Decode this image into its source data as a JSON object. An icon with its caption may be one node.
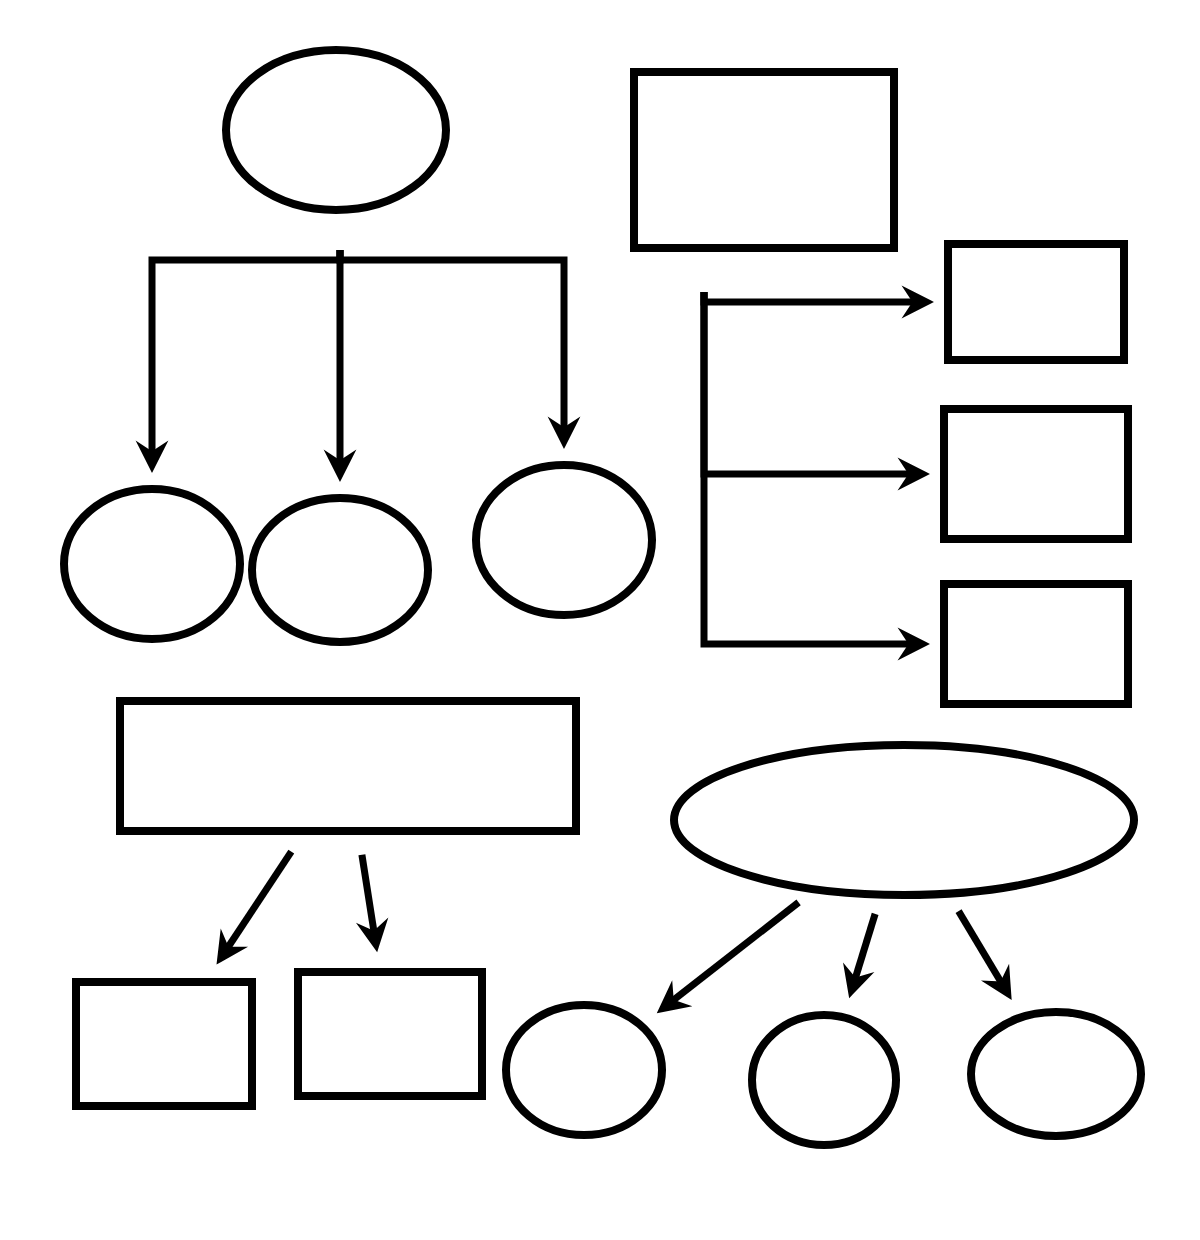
{
  "diagram": {
    "nodes": [
      {
        "text": [],
        "shape": "ellipse"
      },
      {
        "text": [],
        "shape": "circle"
      },
      {
        "text": [],
        "shape": "circle"
      },
      {
        "text": [],
        "shape": "circle"
      },
      {
        "text": [],
        "shape": "box"
      },
      {
        "text": [],
        "shape": "box"
      },
      {
        "text": [],
        "shape": "box"
      },
      {
        "text": [],
        "shape": "box"
      },
      {
        "text": [],
        "shape": "box"
      },
      {
        "text": [],
        "shape": "box"
      },
      {
        "text": [],
        "shape": "box"
      },
      {
        "text": [],
        "shape": "ellipse"
      },
      {
        "text": [],
        "shape": "circle"
      },
      {
        "text": [],
        "shape": "circle"
      },
      {
        "text": [],
        "shape": "circle"
      }
    ],
    "edges": [
      {
        "from": null,
        "to": 1,
        "arrow": "to"
      },
      {
        "from": null,
        "to": 2,
        "arrow": "to"
      },
      {
        "from": null,
        "to": 3,
        "arrow": "to"
      },
      {
        "from": null,
        "to": 5,
        "arrow": "to"
      },
      {
        "from": null,
        "to": 6,
        "arrow": "to"
      },
      {
        "from": null,
        "to": 7,
        "arrow": "to"
      },
      {
        "from": 8,
        "to": 9,
        "arrow": "to"
      },
      {
        "from": 8,
        "to": 10,
        "arrow": "to"
      },
      {
        "from": 11,
        "to": 12,
        "arrow": "to"
      },
      {
        "from": 11,
        "to": 13,
        "arrow": "to"
      },
      {
        "from": 11,
        "to": 14,
        "arrow": "to"
      }
    ]
  }
}
